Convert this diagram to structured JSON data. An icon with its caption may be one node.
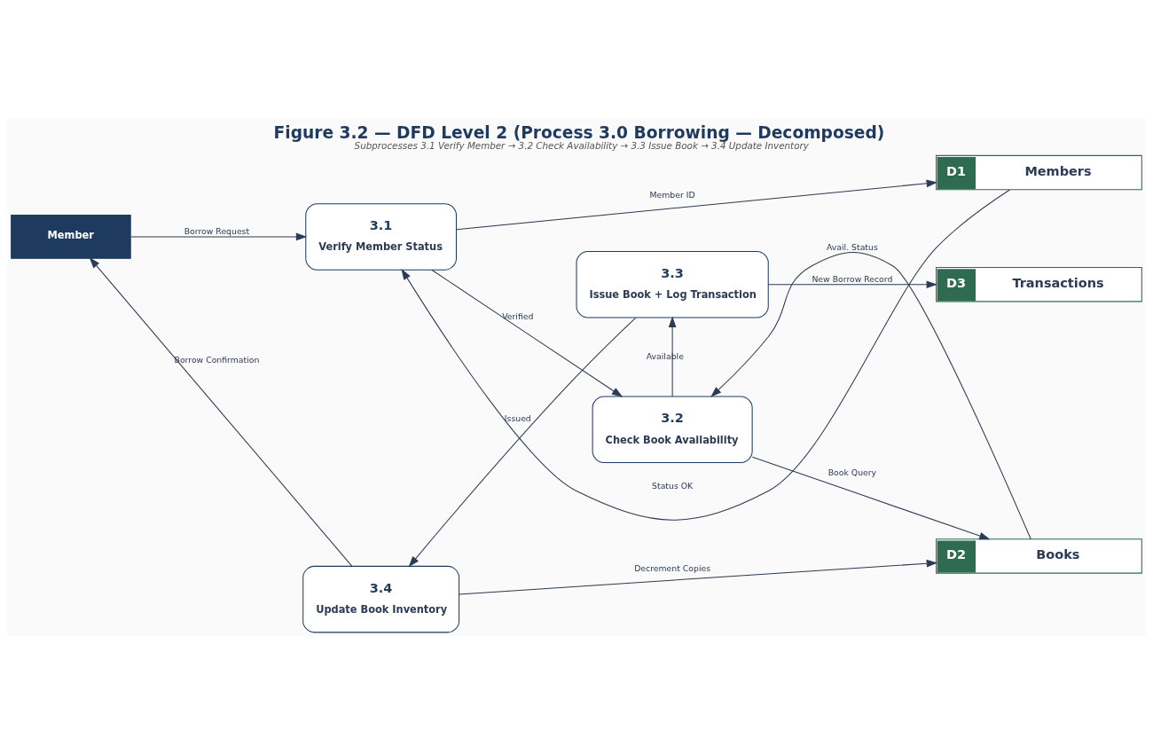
{
  "diagram": {
    "title": "Figure 3.2 — DFD Level 2 (Process 3.0 Borrowing — Decomposed)",
    "caption": "Subprocesses 3.1 Verify Member → 3.2 Check Availability → 3.3 Issue Book → 3.4 Update Inventory",
    "nodes": [
      {
        "text": [
          "Member"
        ]
      },
      {
        "text": [
          "3.1",
          "Verify Member Status"
        ]
      },
      {
        "text": [
          "3.2",
          "Check Book Availability"
        ]
      },
      {
        "text": [
          "3.3",
          "Issue Book + Log Transaction"
        ]
      },
      {
        "text": [
          "3.4",
          "Update Book Inventory"
        ]
      },
      {
        "text": [
          "D1",
          "Members"
        ]
      },
      {
        "text": [
          "D2",
          "Books"
        ]
      },
      {
        "text": [
          "D3",
          "Transactions"
        ]
      }
    ],
    "edges": [
      {
        "from": 0,
        "to": 1,
        "arrow": "to",
        "label": "Borrow Request"
      },
      {
        "from": 1,
        "to": 5,
        "arrow": "to",
        "label": "Member ID"
      },
      {
        "from": 5,
        "to": 1,
        "arrow": "to",
        "label": "Status OK"
      },
      {
        "from": 1,
        "to": 2,
        "arrow": "to",
        "label": "Verified"
      },
      {
        "from": 2,
        "to": 6,
        "arrow": "to",
        "label": "Book Query"
      },
      {
        "from": 6,
        "to": 2,
        "arrow": "to",
        "label": "Avail. Status"
      },
      {
        "from": 2,
        "to": 3,
        "arrow": "to",
        "label": "Available"
      },
      {
        "from": 4,
        "to": 6,
        "arrow": "to",
        "label": "Decrement Copies"
      },
      {
        "from": 3,
        "to": 4,
        "arrow": "to",
        "label": "Issued"
      },
      {
        "from": 3,
        "to": 7,
        "arrow": "to",
        "label": "New Borrow Record"
      },
      {
        "from": 4,
        "to": 0,
        "arrow": "to",
        "label": "Borrow Confirmation"
      }
    ]
  }
}
